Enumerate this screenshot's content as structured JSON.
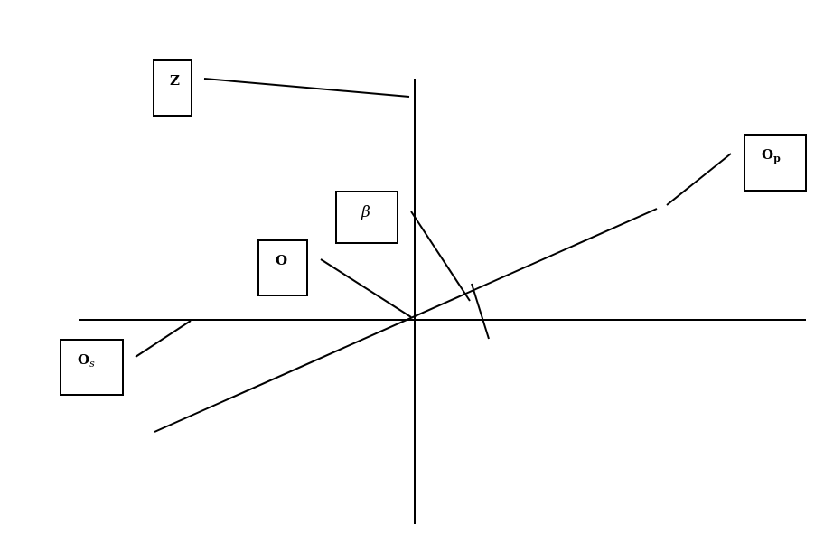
{
  "labels": {
    "z": "Z",
    "o": "O",
    "beta": "β",
    "op_main": "O",
    "op_sub": "p",
    "os_main": "O",
    "os_sub": "s"
  },
  "colors": {
    "line": "#000000",
    "background": "#ffffff"
  }
}
